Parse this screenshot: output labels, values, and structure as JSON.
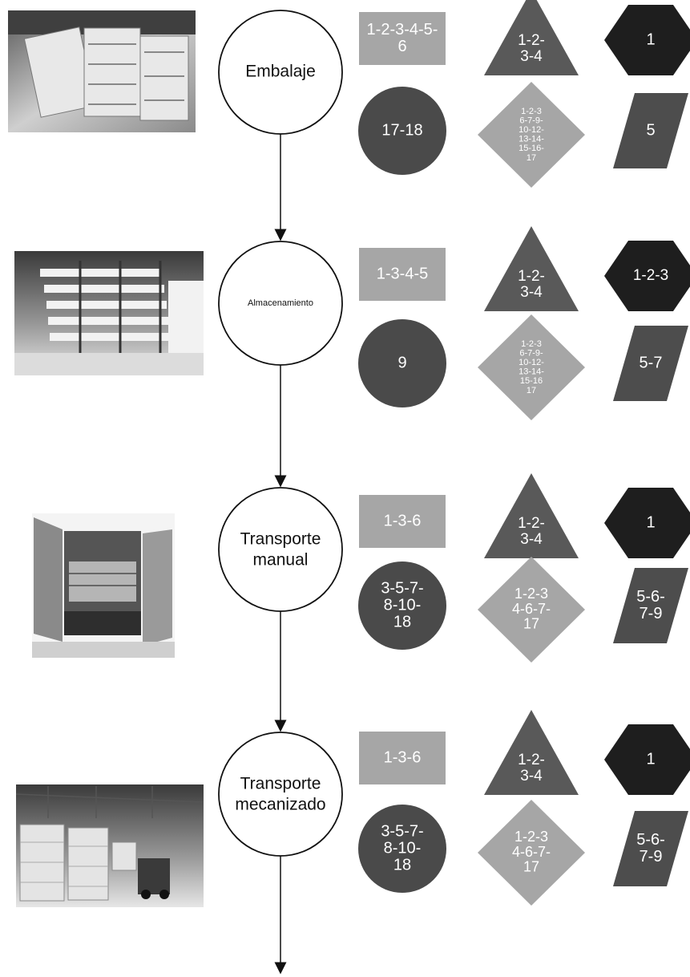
{
  "diagram": {
    "stages": [
      {
        "name": "Embalaje",
        "photo_icon": "pallet-stack-photo",
        "square": "1-2-3-4-5-6",
        "triangle": "1-2-3-4",
        "hexagon": "1",
        "circle": "17-18",
        "diamond": "1-2-3 6-7-9-10-12-13-14-15-16-17",
        "parallelogram": "5"
      },
      {
        "name": "Almacenamiento",
        "photo_icon": "warehouse-rack-photo",
        "square": "1-3-4-5",
        "triangle": "1-2-3-4",
        "hexagon": "1-2-3",
        "circle": "9",
        "diamond": "1-2-3 6-7-9-10-12-13-14-15-16 17",
        "parallelogram": "5-7"
      },
      {
        "name": "Transporte manual",
        "photo_icon": "truck-unloading-photo",
        "square": "1-3-6",
        "triangle": "1-2-3-4",
        "hexagon": "1",
        "circle": "3-5-7-8-10-18",
        "diamond": "1-2-3 4-6-7-17",
        "parallelogram": "5-6-7-9"
      },
      {
        "name": "Transporte mecanizado",
        "photo_icon": "forklift-warehouse-photo",
        "square": "1-3-6",
        "triangle": "1-2-3-4",
        "hexagon": "1",
        "circle": "3-5-7-8-10-18",
        "diamond": "1-2-3 4-6-7-17",
        "parallelogram": "5-6-7-9"
      }
    ],
    "colors": {
      "square": "#a6a6a6",
      "triangle": "#595959",
      "hexagon": "#1e1e1e",
      "circle": "#4a4a4a",
      "diamond": "#a6a6a6",
      "parallelogram": "#4d4d4d"
    }
  }
}
